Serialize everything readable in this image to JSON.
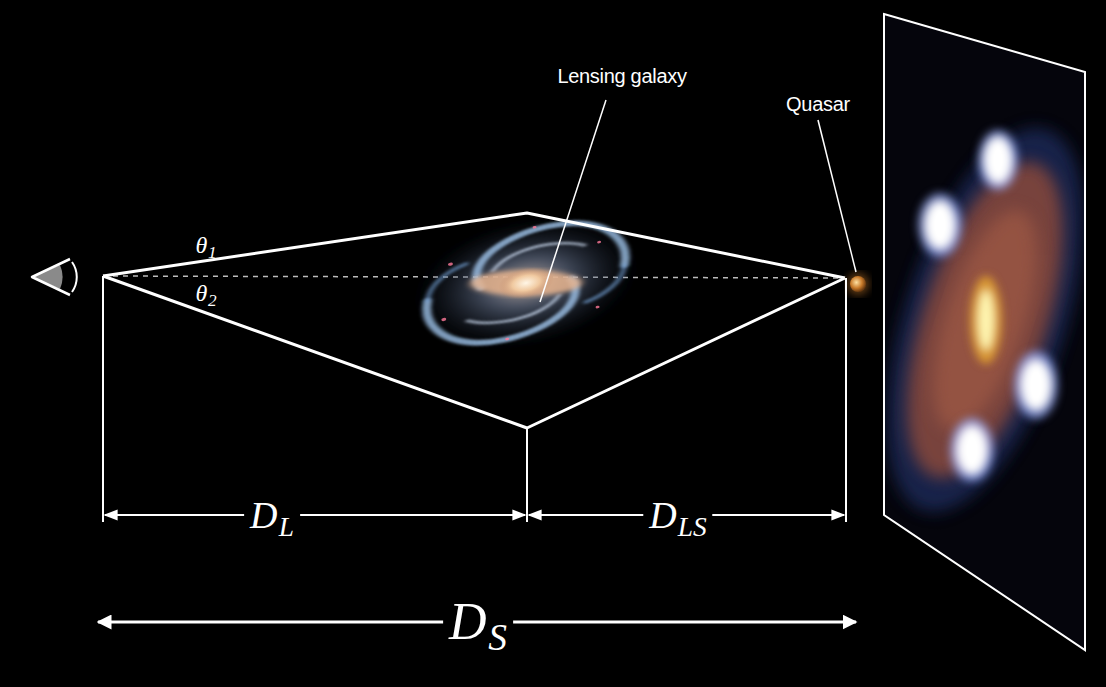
{
  "diagram": {
    "labels": [
      "Lensing galaxy",
      "Quasar",
      "θ1",
      "θ2",
      "DL",
      "DLS",
      "DS"
    ]
  }
}
